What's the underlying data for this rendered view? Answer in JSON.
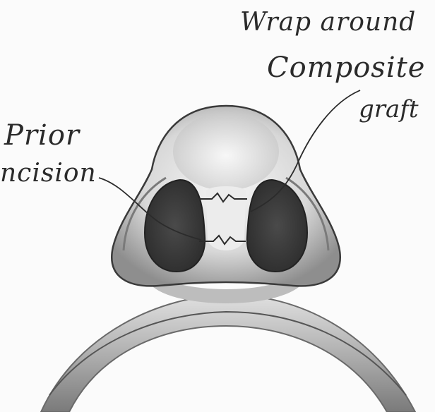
{
  "labels": {
    "wrap": "Wrap around",
    "composite": "Composite",
    "graft": "graft",
    "prior": "Prior",
    "incision": "ncision"
  },
  "colors": {
    "ink": "#2b2b2b",
    "skin_light": "#f4f4f4",
    "skin_shade": "#9a9a9a",
    "nostril": "#3c3c3c",
    "lip": "#8a8a8a"
  }
}
